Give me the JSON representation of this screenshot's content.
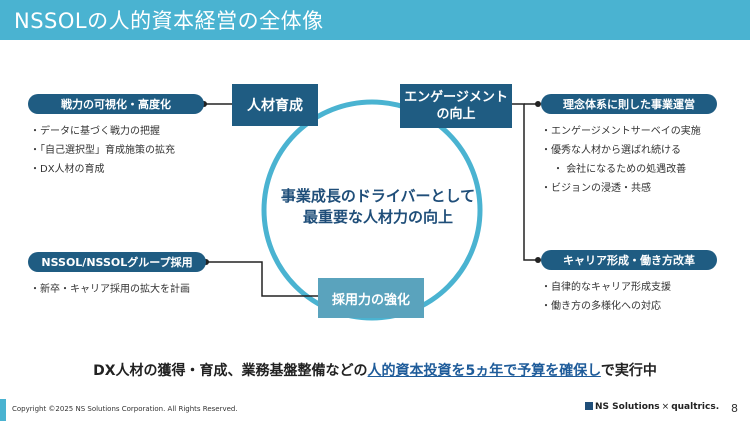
{
  "header": {
    "title": "NSSOLの人的資本経営の全体像"
  },
  "cycle": {
    "top_left": {
      "label": "人材育成"
    },
    "top_right": {
      "line1": "エンゲージメント",
      "line2": "の向上"
    },
    "bottom": {
      "label": "採用力の強化"
    },
    "center": {
      "line1": "事業成長のドライバーとして",
      "line2": "最重要な人材力の向上"
    }
  },
  "left_top": {
    "title": "戦力の可視化・高度化",
    "items": [
      "データに基づく戦力の把握",
      "「自己選択型」育成施策の拡充",
      "DX人材の育成"
    ]
  },
  "left_bottom": {
    "title": "NSSOL/NSSOLグループ採用",
    "items": [
      "新卒・キャリア採用の拡大を計画"
    ]
  },
  "right_top": {
    "title": "理念体系に則した事業運営",
    "items": [
      "エンゲージメントサーベイの実施",
      "優秀な人材から選ばれ続ける",
      "ビジョンの浸透・共感"
    ],
    "continuation": "会社になるための処遇改善"
  },
  "right_bottom": {
    "title": "キャリア形成・働き方改革",
    "items": [
      "自律的なキャリア形成支援",
      "働き方の多様化への対応"
    ]
  },
  "bottom_message": {
    "prefix": "DX人材の獲得・育成、業務基盤整備などの",
    "highlight": "人的資本投資を5ヵ年で予算を確保し",
    "suffix": "で実行中"
  },
  "footer": {
    "copyright": "Copyright ©2025 NS Solutions Corporation. All Rights Reserved.",
    "brand_left": "NS Solutions",
    "brand_sep": "×",
    "brand_right": "qualtrics.",
    "page": "8"
  },
  "colors": {
    "header": "#4ab3d1",
    "pill": "#1f5c82",
    "box_dark": "#1f5c82",
    "box_light": "#5aa3bd",
    "ring": "#4ab3d1",
    "center_text": "#1f4e79",
    "highlight": "#1f5c9a"
  }
}
